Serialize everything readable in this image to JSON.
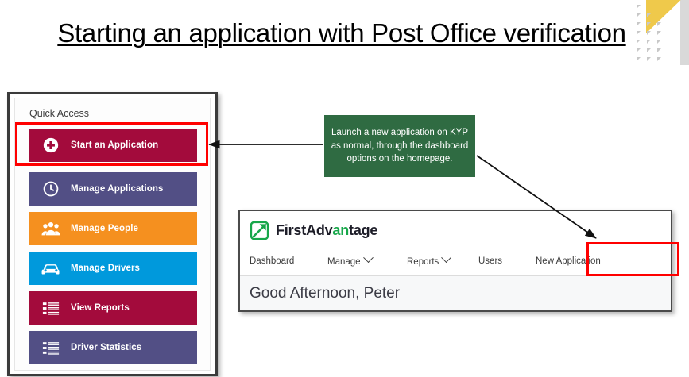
{
  "slide": {
    "title": "Starting an application with Post Office verification"
  },
  "quick_access": {
    "header": "Quick Access",
    "items": [
      {
        "label": "Start an Application",
        "color": "#a30b3c",
        "icon": "plus-circle-icon",
        "highlighted": true
      },
      {
        "label": "Manage Applications",
        "color": "#524f85",
        "icon": "clock-icon",
        "highlighted": false
      },
      {
        "label": "Manage People",
        "color": "#f5901f",
        "icon": "people-group-icon",
        "highlighted": false
      },
      {
        "label": "Manage Drivers",
        "color": "#0099dc",
        "icon": "car-icon",
        "highlighted": false
      },
      {
        "label": "View Reports",
        "color": "#a30b3c",
        "icon": "list-lines-icon",
        "highlighted": false
      },
      {
        "label": "Driver Statistics",
        "color": "#524f85",
        "icon": "list-lines-icon",
        "highlighted": false
      }
    ]
  },
  "callout": {
    "text": "Launch a new application on KYP as normal, through the dashboard options on the homepage.",
    "color": "#2f6b42"
  },
  "app_window": {
    "brand": {
      "first": "First",
      "adv": "Adv",
      "an": "an",
      "tage": "tage",
      "accent": "#17a74a"
    },
    "nav": [
      {
        "label": "Dashboard",
        "has_chevron": false,
        "highlighted": false
      },
      {
        "label": "Manage",
        "has_chevron": true,
        "highlighted": false
      },
      {
        "label": "Reports",
        "has_chevron": true,
        "highlighted": false
      },
      {
        "label": "Users",
        "has_chevron": false,
        "highlighted": false
      },
      {
        "label": "New Application",
        "has_chevron": false,
        "highlighted": true
      }
    ],
    "greeting": "Good Afternoon, Peter"
  },
  "highlight_color": "#ff0000"
}
